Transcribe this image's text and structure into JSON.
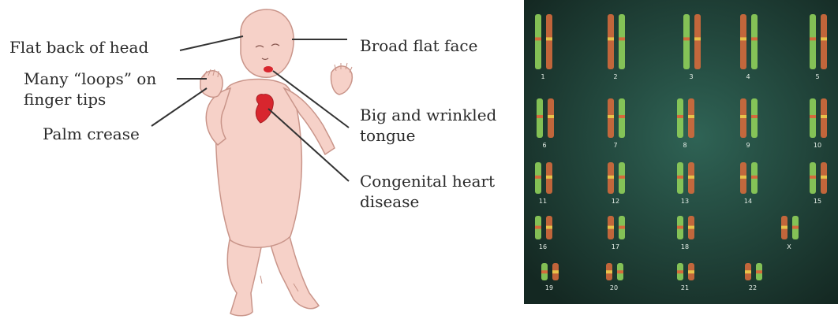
{
  "labels": {
    "flat_back_of_head": "Flat back of head",
    "many_loops_line1": "Many “loops” on",
    "many_loops_line2": "finger tips",
    "palm_crease": "Palm crease",
    "broad_flat_face": "Broad flat face",
    "big_tongue_line1": "Big and wrinkled",
    "big_tongue_line2": "tongue",
    "heart_line1": "Congenital heart",
    "heart_line2": "disease"
  },
  "karyotype": {
    "numbers": [
      "1",
      "2",
      "3",
      "4",
      "5",
      "6",
      "7",
      "8",
      "9",
      "10",
      "11",
      "12",
      "13",
      "14",
      "15",
      "16",
      "17",
      "18",
      "19",
      "20",
      "21",
      "22",
      "X"
    ]
  },
  "colors": {
    "skin": "#f6d1c8",
    "skin_outline": "#c9958a",
    "heart": "#d8262e",
    "karyotype_bg": "#1f3d36",
    "chromosome_green": "#8fcf5a",
    "chromosome_red": "#d46a3c"
  }
}
